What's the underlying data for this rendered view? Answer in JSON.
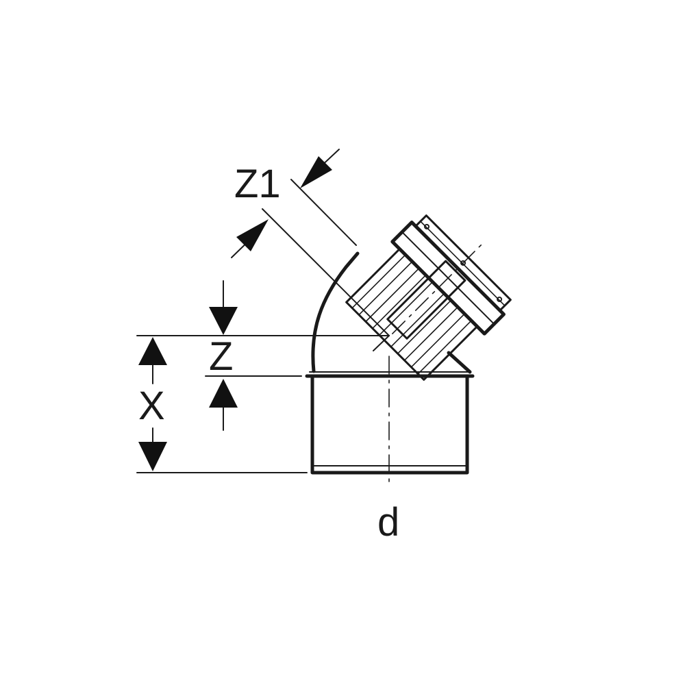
{
  "labels": {
    "z1": "Z1",
    "z": "Z",
    "x": "X",
    "d": "d"
  },
  "colors": {
    "line": "#1a1a1a",
    "background": "#ffffff"
  }
}
